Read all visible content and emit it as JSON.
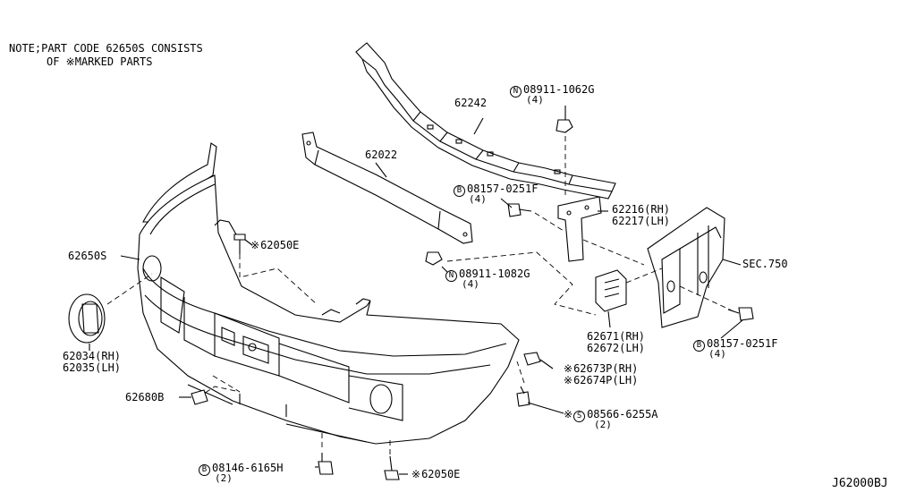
{
  "note": {
    "line1": "NOTE;PART CODE 62650S CONSISTS",
    "line2": "OF ※MARKED PARTS"
  },
  "diagram_id": "J62000BJ",
  "parts": {
    "p62242": "62242",
    "p62022": "62022",
    "p62650S": "62650S",
    "p62034": "62034(RH)",
    "p62035": "62035(LH)",
    "p62680B": "62680B",
    "p62050E_top": "62050E",
    "p62050E_bottom": "62050E",
    "p62216": "62216(RH)",
    "p62217": "62217(LH)",
    "p62671": "62671(RH)",
    "p62672": "62672(LH)",
    "p62673P": "62673P(RH)",
    "p62674P": "62674P(LH)",
    "sec750": "SEC.750"
  },
  "fasteners": {
    "nut_top": {
      "symbol": "N",
      "code": "08911-1062G",
      "qty": "(4)"
    },
    "nut_mid": {
      "symbol": "N",
      "code": "08911-1082G",
      "qty": "(4)"
    },
    "bolt_upper": {
      "symbol": "B",
      "code": "08157-0251F",
      "qty": "(4)"
    },
    "bolt_right": {
      "symbol": "B",
      "code": "08157-0251F",
      "qty": "(4)"
    },
    "bolt_bottom": {
      "symbol": "B",
      "code": "08146-6165H",
      "qty": "(2)"
    },
    "screw": {
      "symbol": "S",
      "code": "08566-6255A",
      "qty": "(2)"
    }
  },
  "marker": "※"
}
